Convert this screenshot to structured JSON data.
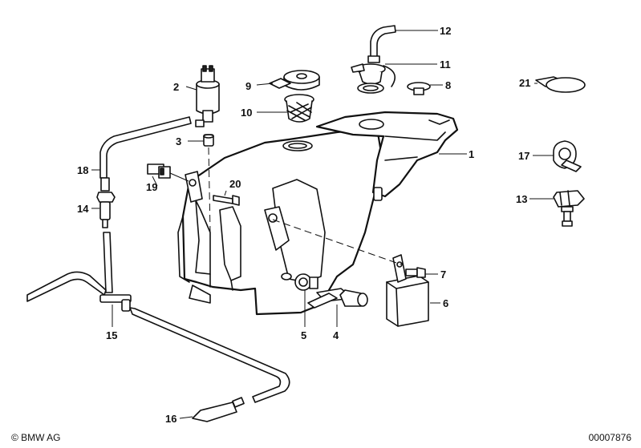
{
  "callouts": [
    "1",
    "2",
    "3",
    "4",
    "5",
    "6",
    "7",
    "8",
    "9",
    "10",
    "11",
    "12",
    "13",
    "14",
    "15",
    "16",
    "17",
    "18",
    "19",
    "20",
    "21"
  ],
  "footer": {
    "copyright": "© BMW AG",
    "drawing_number": "00007876"
  }
}
